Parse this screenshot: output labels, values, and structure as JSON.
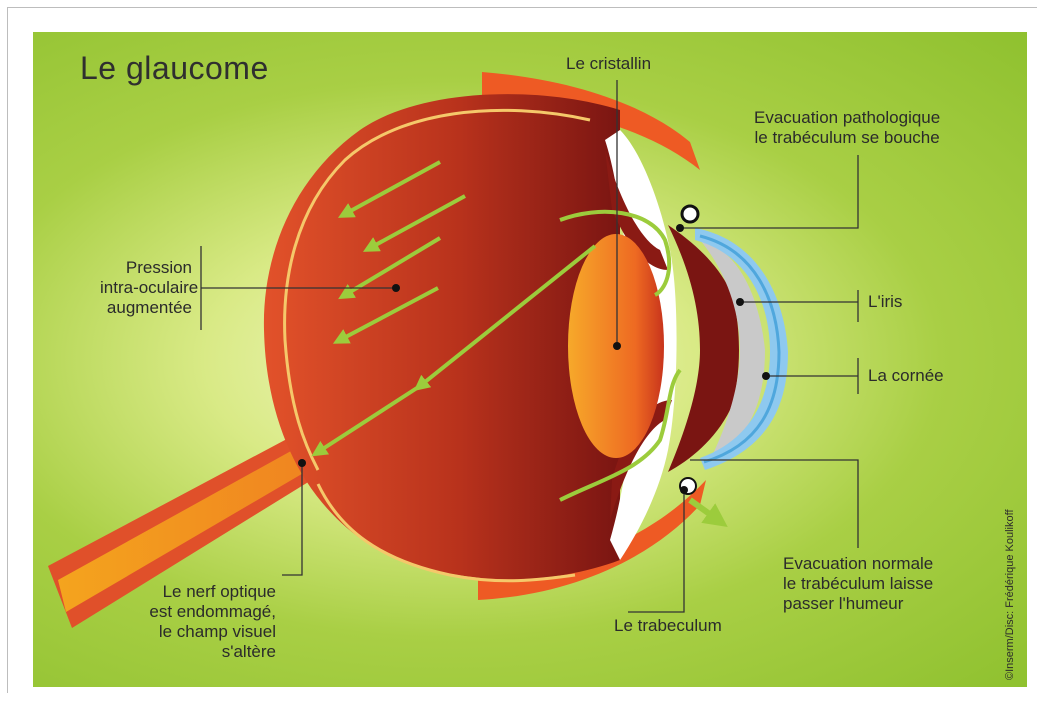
{
  "title": "Le glaucome",
  "labels": {
    "cristallin": "Le cristallin",
    "evac_patho_1": "Evacuation pathologique",
    "evac_patho_2": "le trabéculum se bouche",
    "pression_1": "Pression",
    "pression_2": "intra-oculaire",
    "pression_3": "augmentée",
    "iris": "L'iris",
    "cornee": "La cornée",
    "evac_norm_1": "Evacuation normale",
    "evac_norm_2": "le trabéculum laisse",
    "evac_norm_3": "passer l'humeur",
    "trabeculum": "Le trabeculum",
    "nerf_1": "Le nerf optique",
    "nerf_2": "est endommagé,",
    "nerf_3": "le champ visuel",
    "nerf_4": "s'altère"
  },
  "credit": "©Inserm/Disc: Frédérique Koulikoff",
  "colors": {
    "background_green": "#8fc12f",
    "sclera_orange": "#ee5a24",
    "eye_red": "#c0391b",
    "lens_orange": "#f5a623",
    "cornea_blue": "#7fc4ee",
    "arrow_green": "#9ccc3c"
  }
}
